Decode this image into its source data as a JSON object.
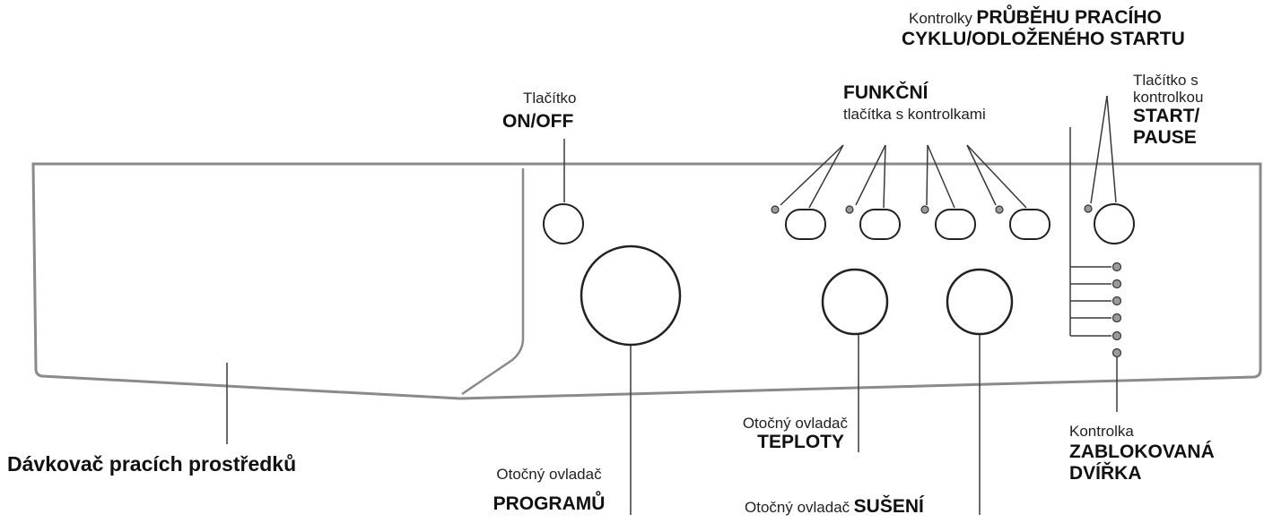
{
  "labels": {
    "onoff": {
      "line1": "Tlačítko",
      "line2": "ON/OFF"
    },
    "funkcni": {
      "line1": "FUNKČNÍ",
      "line2": "tlačítka s kontrolkami"
    },
    "progress": {
      "prefix": "Kontrolky",
      "bold1": "PRŮBĚHU PRACÍHO",
      "bold2": "CYKLU/ODLOŽENÉHO STARTU"
    },
    "start": {
      "line1": "Tlačítko s",
      "line2": "kontrolkou",
      "line3": "START/",
      "line4": "PAUSE"
    },
    "davkovac": {
      "text": "Dávkovač pracích prostředků"
    },
    "programu": {
      "line1": "Otočný ovladač",
      "line2": "PROGRAMŮ"
    },
    "teploty": {
      "line1": "Otočný ovladač",
      "line2": "TEPLOTY"
    },
    "suseni": {
      "prefix": "Otočný ovladač",
      "bold": "SUŠENÍ"
    },
    "dvirka": {
      "line1": "Kontrolka",
      "line2": "ZABLOKOVANÁ",
      "line3": "DVÍŘKA"
    }
  },
  "colors": {
    "panel_stroke": "#8a8a8a",
    "leader_stroke": "#3a3a3a",
    "led_fill": "#9a9a9a",
    "text": "#111111"
  }
}
